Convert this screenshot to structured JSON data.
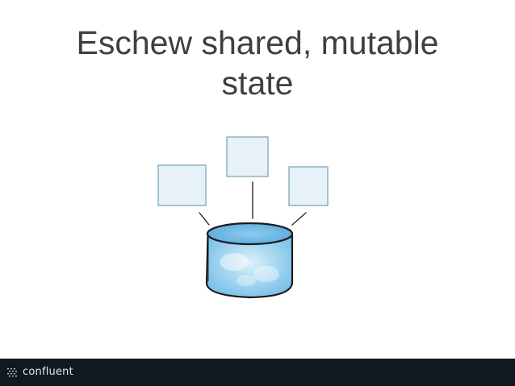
{
  "slide": {
    "title_line1": "Eschew shared, mutable",
    "title_line2": "state"
  },
  "diagram": {
    "box_fill": "#e6f2f8",
    "box_stroke": "#7fa6b8",
    "database_fill": "#9fd2ee",
    "database_top_fill": "#6fb5e0",
    "ink": "#1a1a1a"
  },
  "footer": {
    "logo_text": "confluent",
    "logo_icon": "confluent-logo-icon",
    "background": "#101820"
  }
}
